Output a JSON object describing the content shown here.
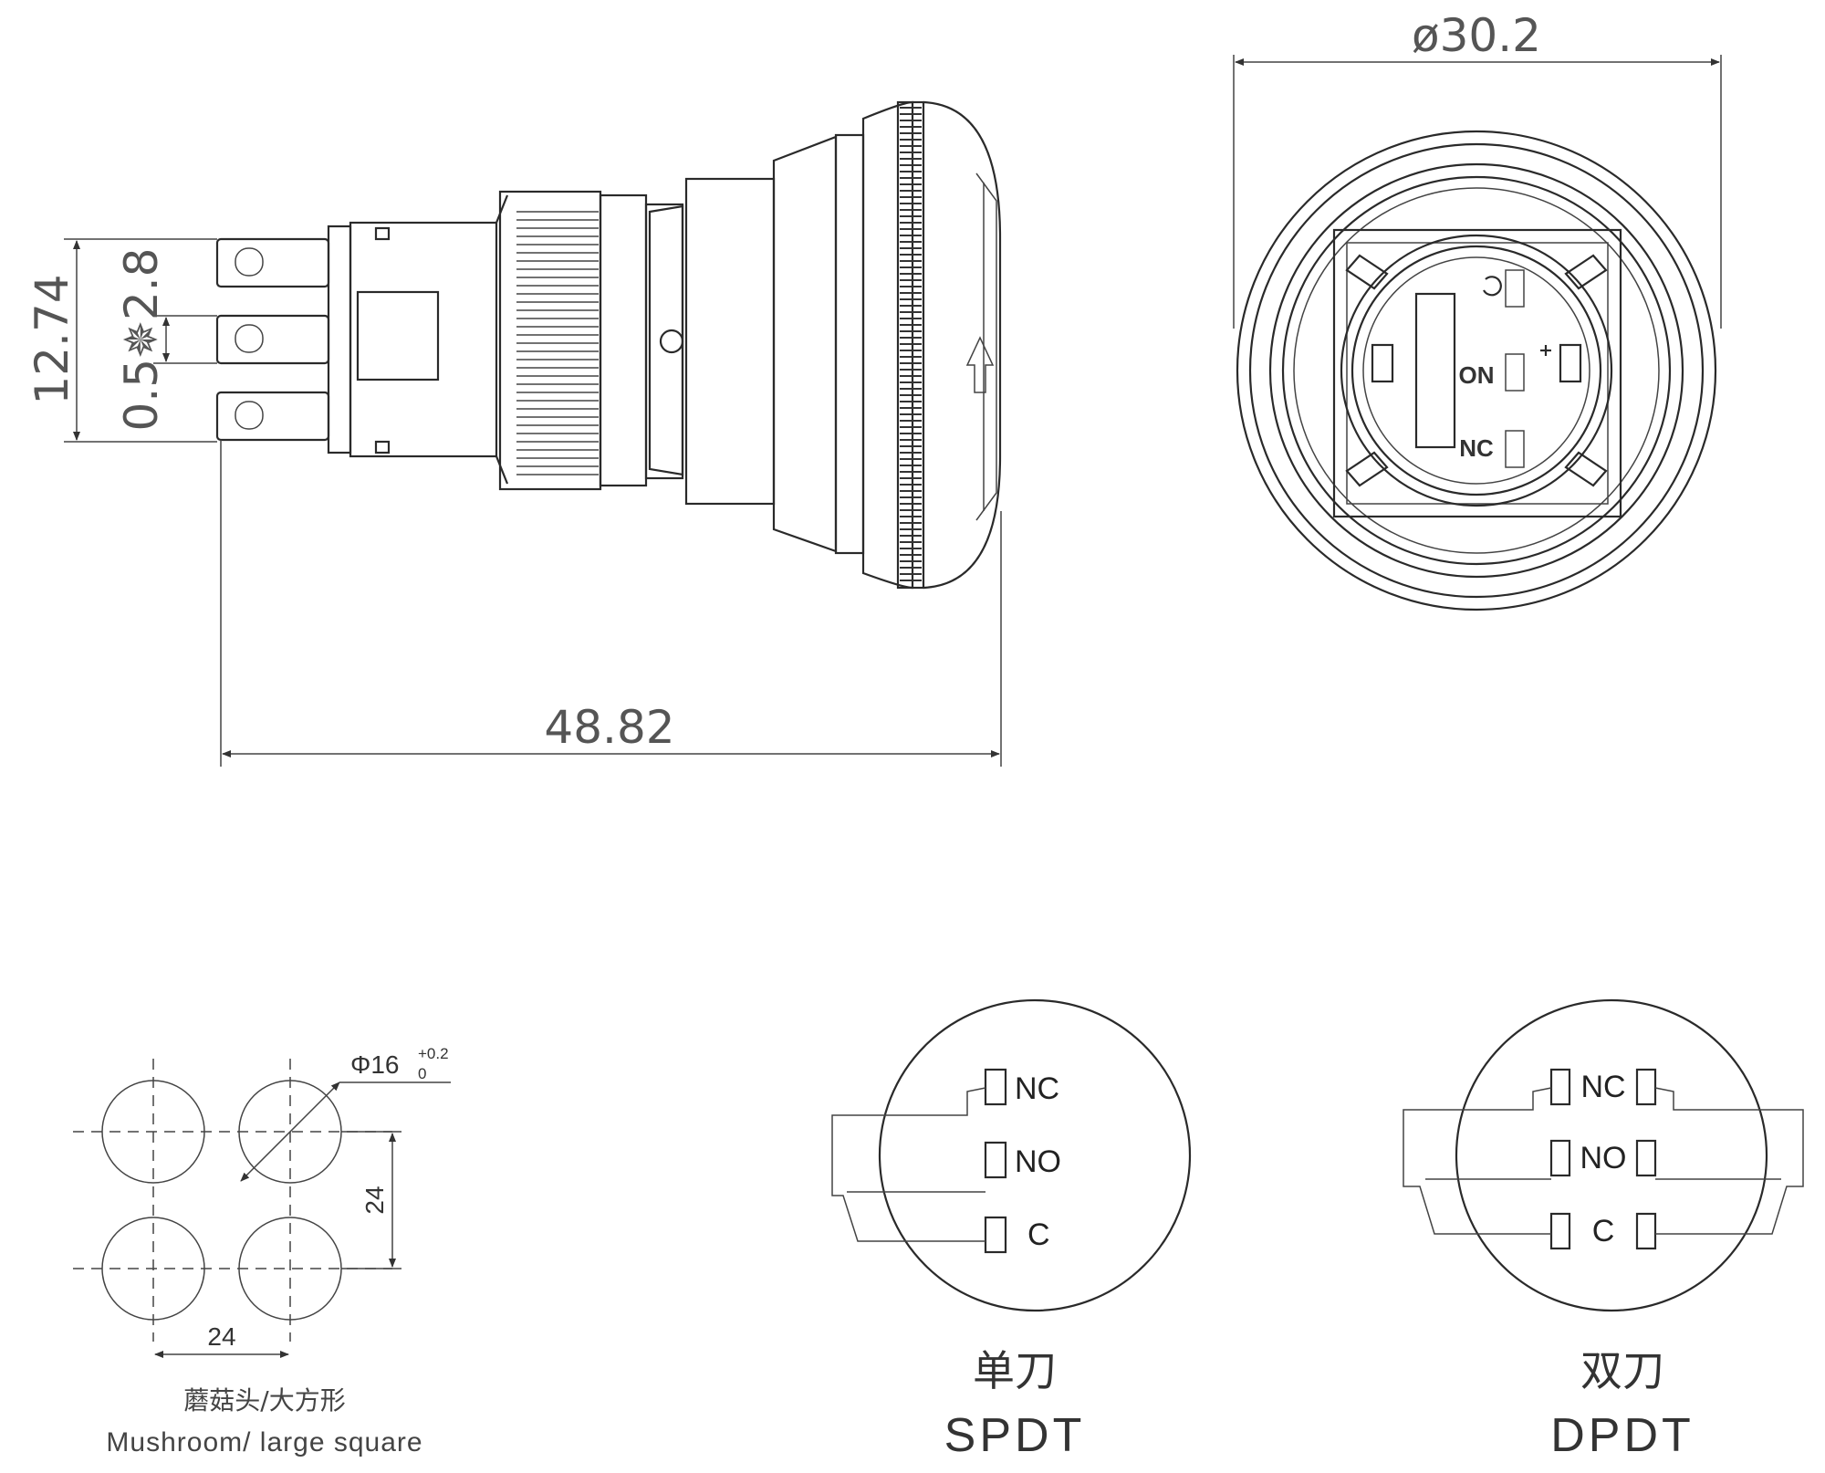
{
  "side_view": {
    "dim_length": "48.82",
    "dim_height": "12.74",
    "dim_pin": "0.5✵2.8"
  },
  "front_view": {
    "dim_diameter": "ø30.2",
    "mark_on": "ON",
    "mark_nc": "NC"
  },
  "panel_cutout": {
    "hole_dim": "Φ16",
    "tol_upper": "+0.2",
    "tol_lower": "0",
    "pitch_vertical": "24",
    "pitch_horizontal": "24",
    "label_zh": "蘑菇头/大方形",
    "label_en": "Mushroom/ large square"
  },
  "spdt": {
    "terminals": [
      "NC",
      "NO",
      "C"
    ],
    "caption_zh": "单刀",
    "caption_en": "SPDT"
  },
  "dpdt": {
    "terminals": [
      "NC",
      "NO",
      "C"
    ],
    "caption_zh": "双刀",
    "caption_en": "DPDT"
  }
}
